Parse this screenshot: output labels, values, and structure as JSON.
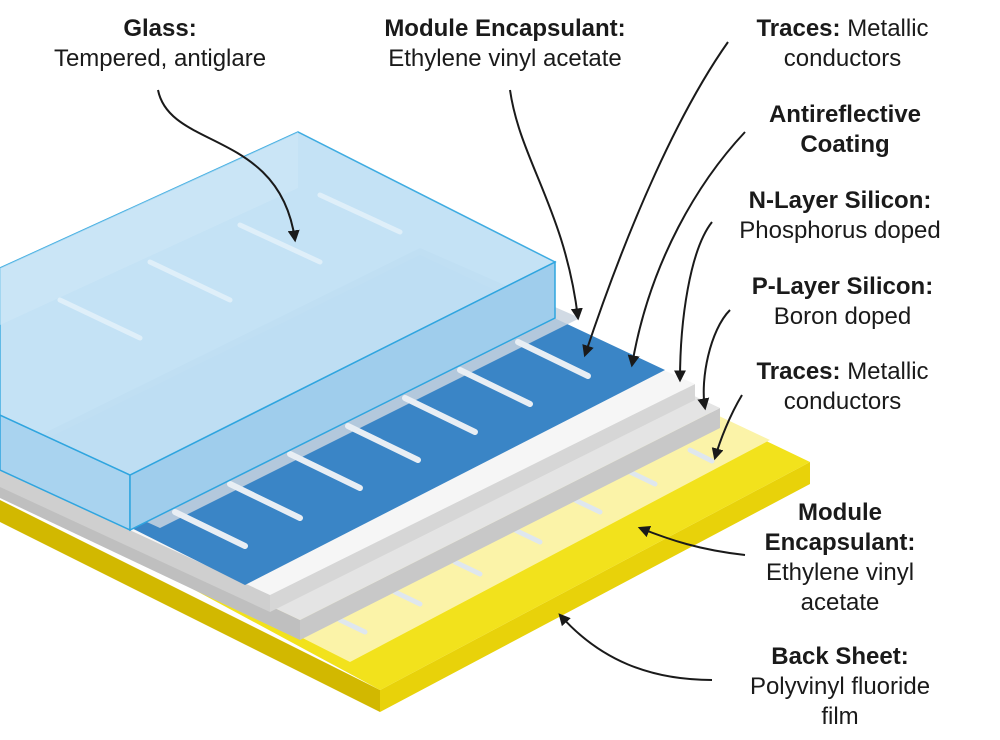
{
  "labels": {
    "glass": {
      "name": "Glass:",
      "desc": "Tempered, antiglare"
    },
    "encapsulant_top": {
      "name": "Module Encapsulant:",
      "desc": "Ethylene vinyl acetate"
    },
    "traces_top": {
      "name": "Traces:",
      "desc_inline": "Metallic",
      "desc": "conductors"
    },
    "antireflective": {
      "line1": "Antireflective",
      "line2": "Coating"
    },
    "n_layer": {
      "name": "N-Layer Silicon:",
      "desc": "Phosphorus doped"
    },
    "p_layer": {
      "name": "P-Layer Silicon:",
      "desc": "Boron doped"
    },
    "traces_bottom": {
      "name": "Traces:",
      "desc_inline": "Metallic",
      "desc": "conductors"
    },
    "encapsulant_bottom": {
      "line1": "Module",
      "line2": "Encapsulant:",
      "line3": "Ethylene vinyl",
      "line4": "acetate"
    },
    "back_sheet": {
      "name": "Back Sheet:",
      "line2": "Polyvinyl fluoride",
      "line3": "film"
    }
  },
  "colors": {
    "glass": "#bfe0f5",
    "glass_edge": "#2fa5df",
    "encapsulant": "#c9d4df",
    "n_layer": "#3a85c6",
    "antireflective": "#f5f5f5",
    "p_layer": "#d9d9d9",
    "traces": "#e0e0e0",
    "back_sheet": "#f2e21c",
    "back_encapsulant": "#fbf3a8",
    "leader": "#1a1a1a"
  }
}
